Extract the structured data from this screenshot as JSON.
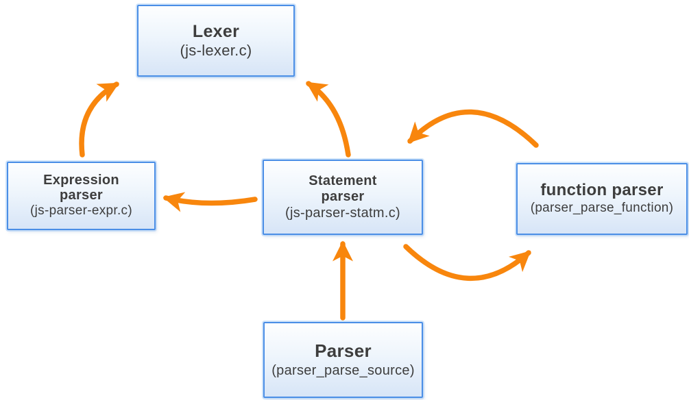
{
  "diagram": {
    "type": "flow-diagram",
    "colors": {
      "background": "#FFFFFF",
      "arrow": "#F8860D",
      "node_border": "#4A8EE6",
      "node_fill_top": "#FDFEFF",
      "node_fill_bottom": "#D7E5F7",
      "text": "#3D3D3D"
    },
    "nodes": [
      {
        "id": "lexer",
        "title": "Lexer",
        "subtitle": "(js-lexer.c)"
      },
      {
        "id": "expression-parser",
        "title": "Expression parser",
        "subtitle": "(js-parser-expr.c)"
      },
      {
        "id": "statement-parser",
        "title": "Statement parser",
        "subtitle": "(js-parser-statm.c)"
      },
      {
        "id": "function-parser",
        "title": "function parser",
        "subtitle": "(parser_parse_function)"
      },
      {
        "id": "parser",
        "title": "Parser",
        "subtitle": "(parser_parse_source)"
      }
    ],
    "edges": [
      {
        "from": "expression-parser",
        "to": "lexer"
      },
      {
        "from": "statement-parser",
        "to": "lexer"
      },
      {
        "from": "statement-parser",
        "to": "expression-parser"
      },
      {
        "from": "function-parser",
        "to": "statement-parser"
      },
      {
        "from": "statement-parser",
        "to": "function-parser"
      },
      {
        "from": "parser",
        "to": "statement-parser"
      }
    ]
  }
}
